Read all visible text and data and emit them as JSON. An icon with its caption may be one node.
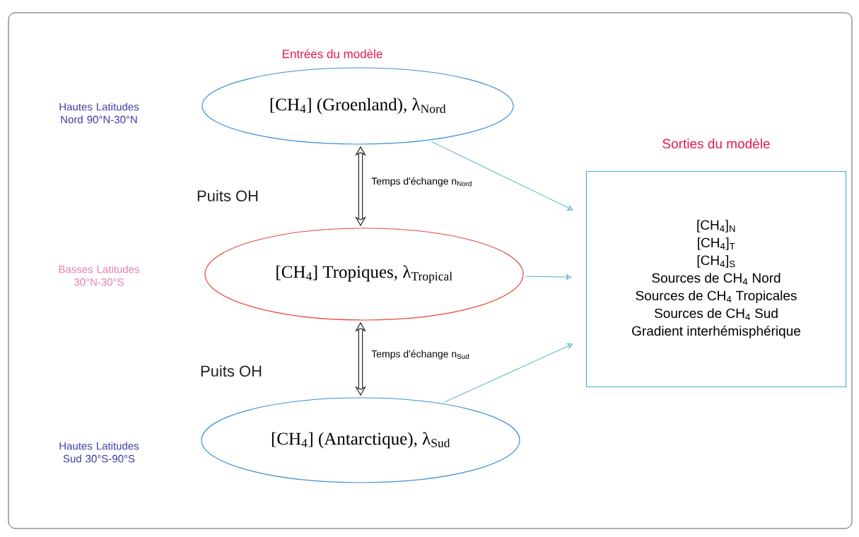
{
  "diagram": {
    "nodes": [
      {
        "text": [
          "[CH$_{4}$] (Groenland), λ$_{Nord}$"
        ]
      },
      {
        "text": [
          "[CH$_{4}$] Tropiques, λ$_{Tropical}$"
        ]
      },
      {
        "text": [
          "[CH$_{4}$] (Antarctique), λ$_{Sud}$"
        ]
      },
      {
        "text": [
          "Sorties du modèle",
          "[CH$_{4}$]$_{N}$",
          "[CH$_{4}$]$_{T}$",
          "[CH$_{4}$]$_{S}$",
          "Sources de CH$_{4}$ Nord",
          "Sources de CH$_{4}$ Tropicales",
          "Sources de CH$_{4}$ Sud",
          "Gradient interhémisphérique"
        ]
      }
    ],
    "edges": [
      {
        "from": 0,
        "to": 3,
        "arrow": "to"
      },
      {
        "from": 1,
        "to": 3,
        "arrow": "to"
      },
      {
        "from": 2,
        "to": 3,
        "arrow": "to"
      },
      {
        "from": 0,
        "to": 1,
        "arrow": "both",
        "label": "Temps d'échange n$_{Nord}$",
        "style": "thick",
        "color": "#333333"
      },
      {
        "from": 1,
        "to": 2,
        "arrow": "both",
        "label": "Temps d'échange n$_{Sud}$",
        "style": "thick",
        "color": "#333333"
      }
    ],
    "labels": [
      "Entrées du modèle",
      "Hautes Latitudes Nord 90°N-30°N",
      "Puits OH",
      "Basses Latitudes 30°N-30°S",
      "Puits OH",
      "Hautes Latitudes Sud 30°S-90°S"
    ]
  }
}
